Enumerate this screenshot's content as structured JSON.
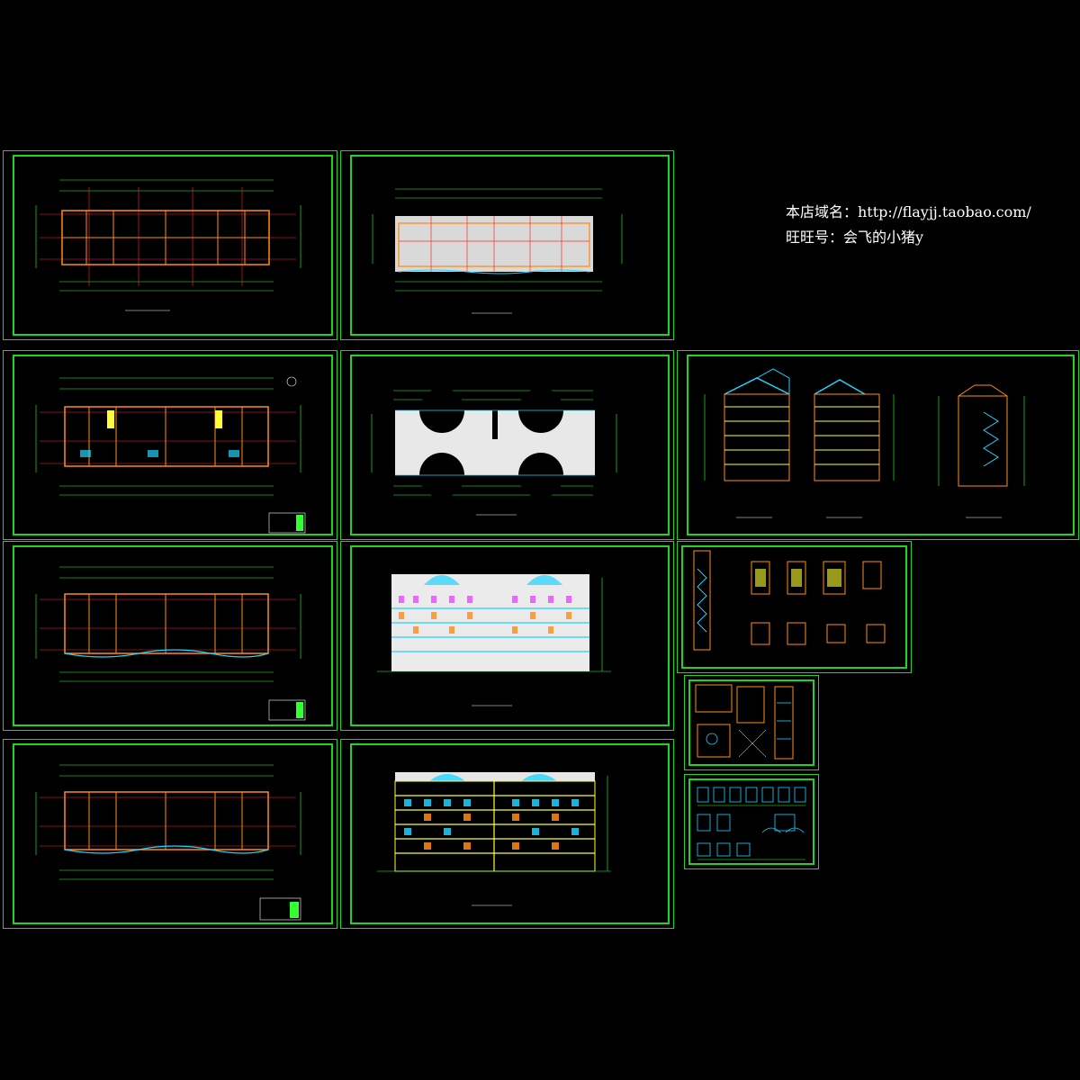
{
  "store_info": {
    "domain_line": "本店域名：http://flayjj.taobao.com/",
    "wangwang_line": "旺旺号：会飞的小猪y"
  },
  "colors": {
    "background": "#000000",
    "frame": "#22d322",
    "axis": "#ff2a2a",
    "wall": "#ff8c1a",
    "dimension": "#33ff33",
    "detail": "#ffffff",
    "glass": "#22d3ff"
  },
  "sheets": [
    {
      "id": "sheet-1",
      "type": "floor-plan"
    },
    {
      "id": "sheet-2",
      "type": "floor-plan"
    },
    {
      "id": "sheet-3",
      "type": "floor-plan"
    },
    {
      "id": "sheet-4",
      "type": "roof-plan"
    },
    {
      "id": "sheet-5",
      "type": "sections"
    },
    {
      "id": "sheet-6",
      "type": "floor-plan"
    },
    {
      "id": "sheet-7",
      "type": "elevation"
    },
    {
      "id": "sheet-8",
      "type": "details"
    },
    {
      "id": "sheet-9",
      "type": "details"
    },
    {
      "id": "sheet-10",
      "type": "floor-plan"
    },
    {
      "id": "sheet-11",
      "type": "elevation"
    },
    {
      "id": "sheet-12",
      "type": "details"
    }
  ]
}
